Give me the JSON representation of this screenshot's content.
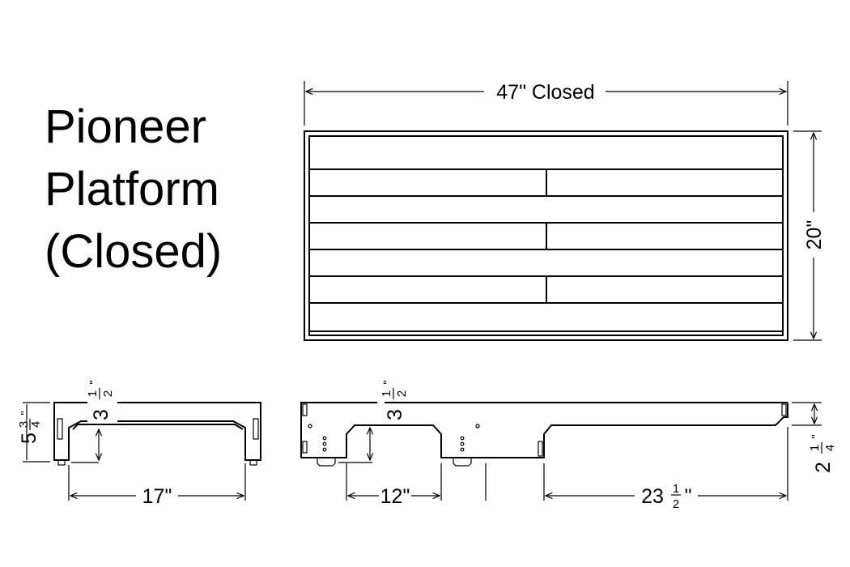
{
  "title": {
    "line1": "Pioneer",
    "line2": "Platform",
    "line3": "(Closed)"
  },
  "dimensions": {
    "length_closed": "47\" Closed",
    "width": "20\"",
    "end_height": {
      "whole": "5",
      "num": "3",
      "den": "4",
      "unit": "\""
    },
    "end_top_thickness": {
      "whole": "3",
      "num": "1",
      "den": "2",
      "unit": "\""
    },
    "end_leg_span": "17\"",
    "side_top_thickness": {
      "whole": "3",
      "num": "1",
      "den": "2",
      "unit": "\""
    },
    "side_opening": "12\"",
    "side_long_span": {
      "whole": "23",
      "num": "1",
      "den": "2",
      "unit": "\""
    },
    "side_end_height": {
      "whole": "2",
      "num": "1",
      "den": "4",
      "unit": "\""
    }
  }
}
